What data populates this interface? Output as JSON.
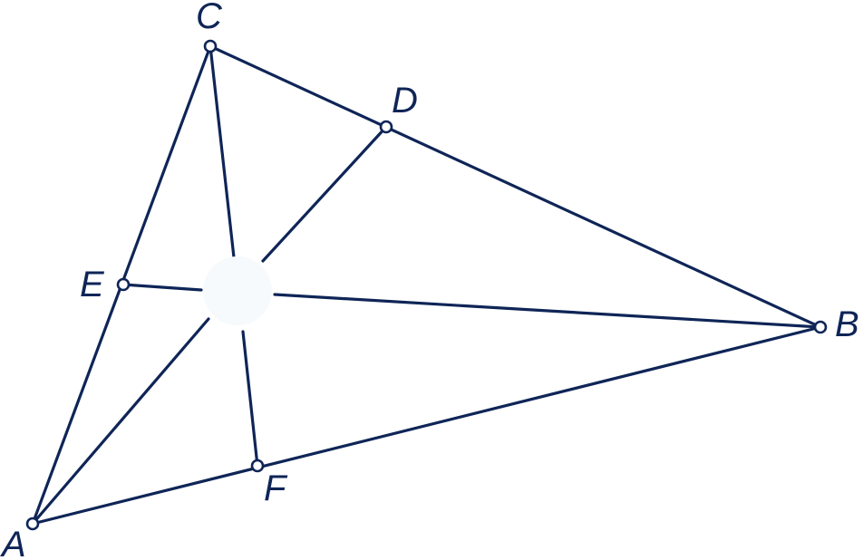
{
  "diagram": {
    "stroke_color": "#0f2557",
    "background": "#ffffff",
    "points": {
      "A": "A",
      "B": "B",
      "C": "C",
      "D": "D",
      "E": "E",
      "F": "F"
    }
  }
}
